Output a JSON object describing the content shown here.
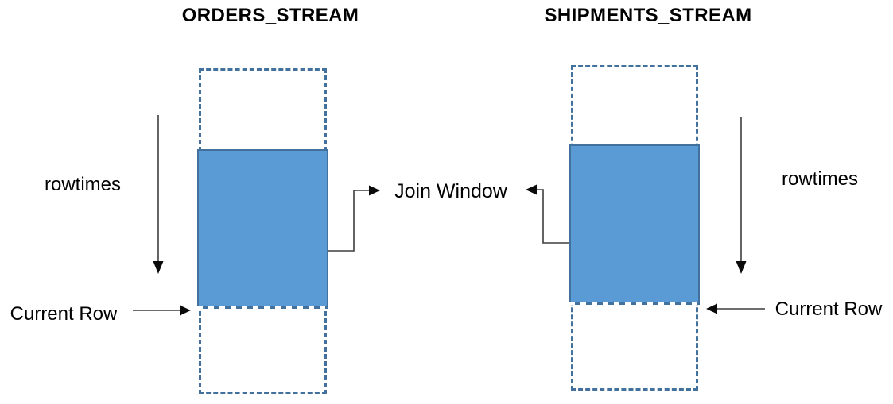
{
  "diagram": {
    "left_stream": {
      "title": "ORDERS_STREAM",
      "rowtimes_label": "rowtimes",
      "current_row_label": "Current Row"
    },
    "right_stream": {
      "title": "SHIPMENTS_STREAM",
      "rowtimes_label": "rowtimes",
      "current_row_label": "Current Row"
    },
    "join_window_label": "Join Window",
    "colors": {
      "stream_outline": "#41719C",
      "join_window_fill": "#5B9BD5",
      "join_window_border": "#41719C",
      "current_row_dash": "#FFFFFF",
      "connector_line": "#3D3D3D",
      "arrowhead": "#0A0A0A",
      "text": "#000000",
      "background": "#FFFFFF"
    }
  }
}
